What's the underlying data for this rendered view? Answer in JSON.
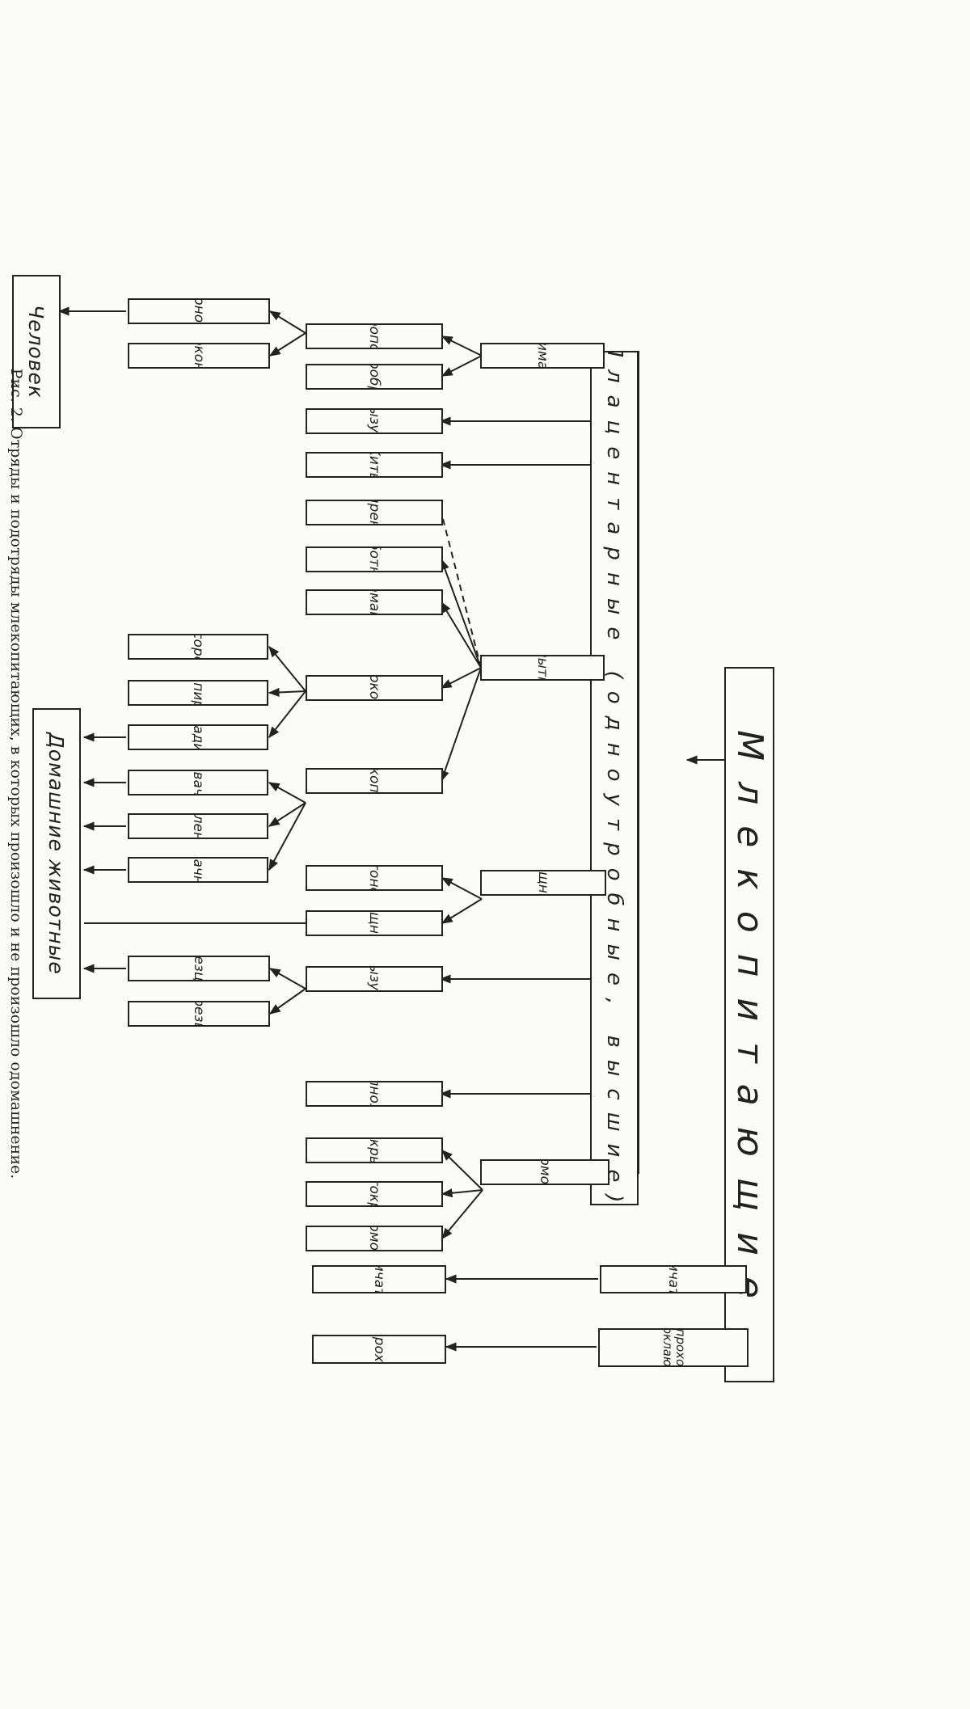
{
  "caption": "Рис. 2. Отряды и подотряды млекопитающих, в которых произошло и не произошло одомашнение.",
  "nodes": {
    "mammals": "Млекопитающие",
    "placental": "Плацентарные (одноутробные, высшие)",
    "monotremes_order": "Однопроходные",
    "monotremes_group": "Однопроходные рыбоклающие",
    "marsupials_group": "Сумчатые",
    "marsupials_order": "Сумчатые",
    "human": "Человек",
    "domestic": "Домашние животные",
    "primates": "Приматы",
    "anthropoids": "Антропоиды",
    "lemurs": "Лемурообразные",
    "narrow_nosed": "Узконосые",
    "broad_nosed": "Широконосые",
    "rodents": "Грызуны",
    "cetaceans": "Киты",
    "sirenians": "Сирены",
    "proboscideans": "Хоботные",
    "hyraxes": "Даманы",
    "ungulates": "Копытные",
    "odd_toed": "Непарнокопытные",
    "rhinos": "Носороги",
    "tapirs": "Тапиры",
    "equids": "Лошадиные",
    "even_toed": "Парнокопытные",
    "nonruminants": "Нежвачные",
    "tylopods": "Мозоленогие",
    "ruminants": "Жвачные",
    "carnivores_group": "Хищные",
    "pinnipeds": "Ластоногие",
    "carnivores": "Хищные",
    "lagomorphs_group": "Грызуны",
    "duplicidentata": "Двурезцовые",
    "simplicidentata": "Однорезцовые",
    "edentates": "Неполнозубые",
    "insectivores_group": "Насекомоядные",
    "dermoptera": "Рукокрылые",
    "bats": "Шерстокрылые",
    "insectivores": "Насекомоядные"
  }
}
